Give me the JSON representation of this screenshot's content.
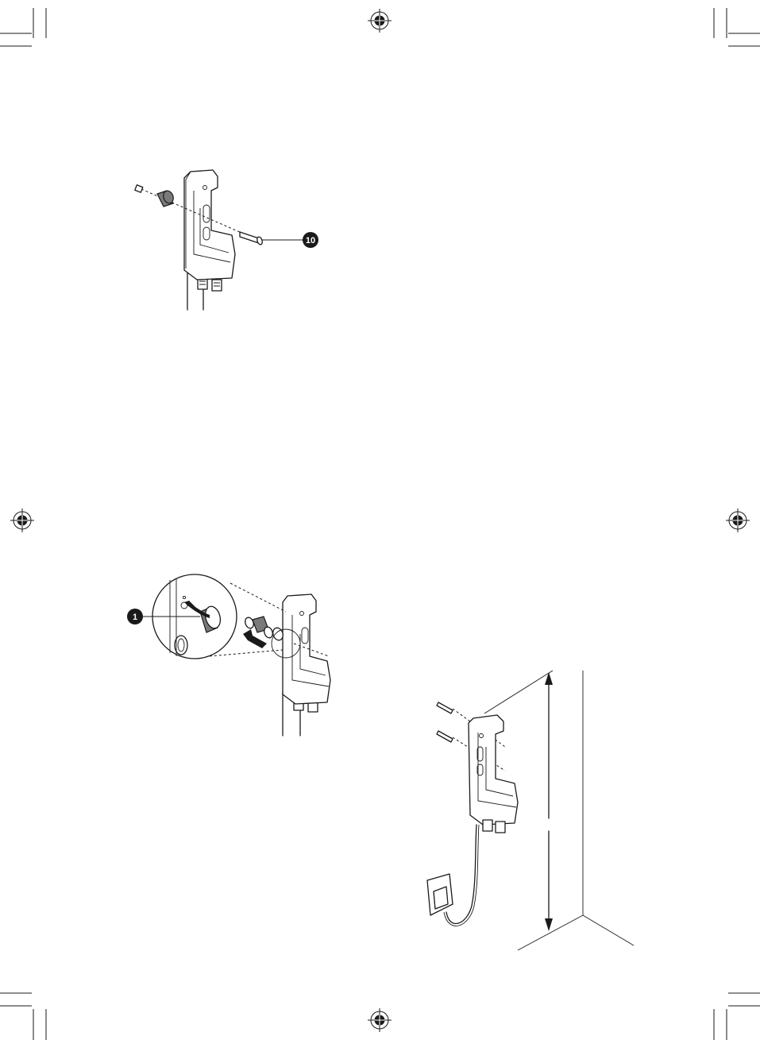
{
  "figures": [
    {
      "id": "fig-bracket-screw",
      "callout": "10"
    },
    {
      "id": "fig-bracket-detail",
      "callout": "1"
    },
    {
      "id": "fig-wall-mount",
      "callout": ""
    }
  ],
  "marks": {
    "registration": [
      "registration-mark-top",
      "registration-mark-left",
      "registration-mark-right",
      "registration-mark-bottom"
    ],
    "crop": [
      "crop-marks-top-left",
      "crop-marks-top-right",
      "crop-marks-bottom-left",
      "crop-marks-bottom-right"
    ]
  }
}
